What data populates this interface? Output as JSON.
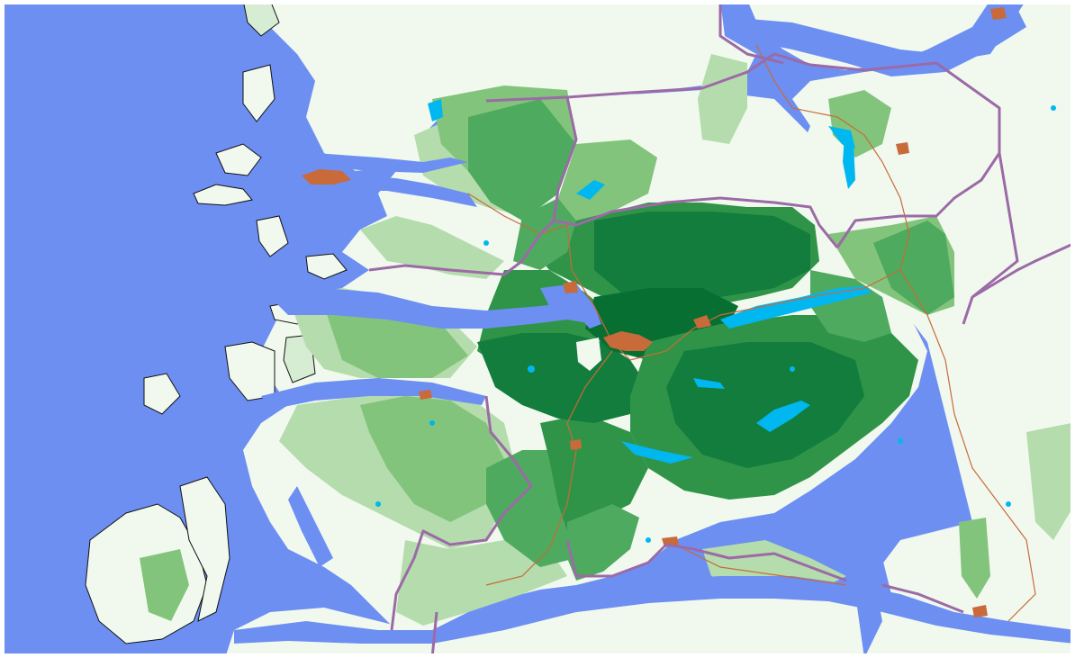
{
  "map": {
    "colors": {
      "sea": "#6d8ff2",
      "lake": "#00b7f0",
      "land_pale": "#f1f9ef",
      "land_light": "#d6ecd3",
      "green_1": "#b4dcac",
      "green_2": "#82c47b",
      "green_3": "#4eaa5f",
      "green_4": "#2f9448",
      "green_5": "#127d3c",
      "green_6": "#086f33",
      "urban": "#c96a3a",
      "road": "#c96a3a",
      "boundary": "#9c6aa6",
      "coast": "#111111"
    },
    "layers": [
      "sea",
      "land",
      "choropleth-regions",
      "lakes",
      "roads",
      "urban-areas",
      "county-boundaries"
    ]
  }
}
